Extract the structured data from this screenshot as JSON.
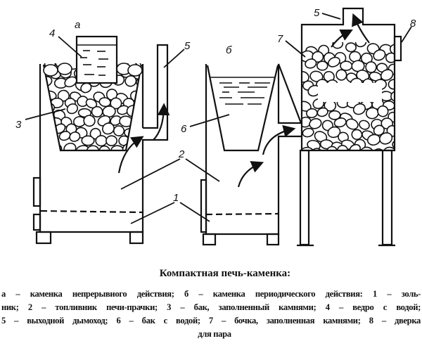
{
  "figure": {
    "variant_labels": {
      "a": "а",
      "b": "б"
    },
    "part_labels": {
      "ashpit": "1",
      "firebox": "2",
      "stone_tank": "3",
      "bucket": "4",
      "chimney_a": "5",
      "chimney_c": "5",
      "water_tank": "6",
      "barrel": "7",
      "steam_door": "8"
    }
  },
  "caption": {
    "title": "Компактная печь-каменка:",
    "lines": [
      "а – каменка непрерывиого действия; б – каменка периодического действия: 1 – золь-",
      "ник; 2 – топливник печи-прачки; 3 – бак, заполненный камнями; 4 – ведро с водой;",
      "5 – выходной дымоход; 6 – бак с водой; 7 – бочка, заполненная камнями; 8 – дверка",
      "для пара"
    ]
  }
}
